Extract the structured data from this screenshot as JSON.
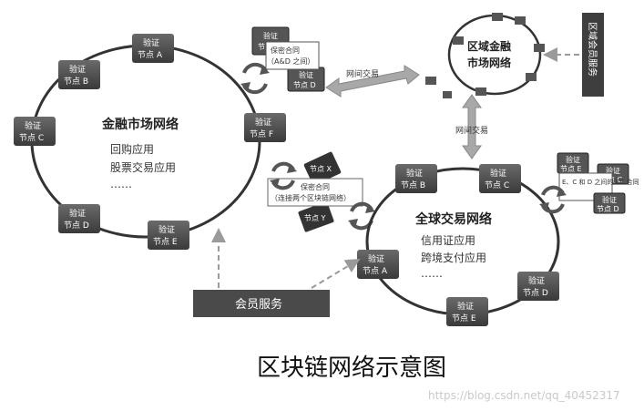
{
  "financial_network": {
    "title": "金融市场网络",
    "apps": [
      "回购应用",
      "股票交易应用",
      "……"
    ],
    "nodes": [
      {
        "line1": "验证",
        "line2": "节点 A"
      },
      {
        "line1": "验证",
        "line2": "节点 B"
      },
      {
        "line1": "验证",
        "line2": "节点 C"
      },
      {
        "line1": "验证",
        "line2": "节点 D"
      },
      {
        "line1": "验证",
        "line2": "节点 E"
      },
      {
        "line1": "验证",
        "line2": "节点 F"
      }
    ]
  },
  "global_network": {
    "title": "全球交易网络",
    "apps": [
      "信用证应用",
      "跨境支付应用",
      "……"
    ],
    "nodes": [
      {
        "line1": "验证",
        "line2": "节点 A"
      },
      {
        "line1": "验证",
        "line2": "节点 B"
      },
      {
        "line1": "验证",
        "line2": "节点 C"
      },
      {
        "line1": "验证",
        "line2": "节点 D"
      },
      {
        "line1": "验证",
        "line2": "节点 E"
      }
    ]
  },
  "regional_network": {
    "title_line1": "区域金融",
    "title_line2": "市场网络"
  },
  "contract_top": {
    "line1": "保密合同",
    "line2": "（A&D 之间）",
    "card_a_line1": "验证",
    "card_a_line2": "节点 A",
    "card_d_line1": "验证",
    "card_d_line2": "节点 D"
  },
  "contract_middle": {
    "line1": "保密合同",
    "line2": "（连接两个区块链网络）",
    "card_top_line1": "节点 X",
    "card_bottom_line1": "节点 Y"
  },
  "contract_right": {
    "text": "E、C 和 D 之间的 CC 合同",
    "card_top_line1": "验证",
    "card_top_line2": "节点 E",
    "card_mid_line1": "验证",
    "card_mid_line2": "节点 C",
    "card_bottom_line1": "验证",
    "card_bottom_line2": "节点 D"
  },
  "links": {
    "horizontal_label": "网间交易",
    "vertical_label": "网间交易"
  },
  "member_service_label": "会员服务",
  "regional_member_label": "区域会员服务",
  "caption": "区块链网络示意图",
  "watermark": "https://blog.csdn.net/qq_40452317"
}
